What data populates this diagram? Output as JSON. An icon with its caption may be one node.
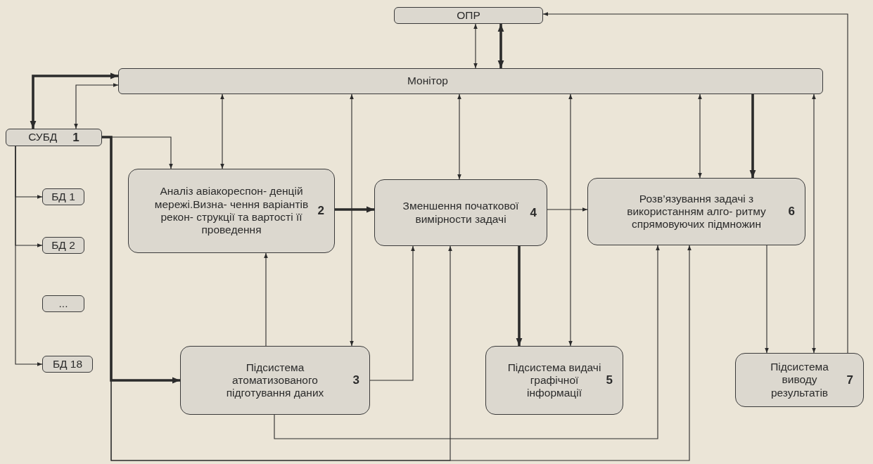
{
  "diagram": {
    "nodes": [
      {
        "text": [
          "ОПР"
        ]
      },
      {
        "text": [
          "Монітор"
        ]
      },
      {
        "text": [
          "СУБД",
          "1"
        ]
      },
      {
        "text": [
          "БД 1"
        ]
      },
      {
        "text": [
          "БД 2"
        ]
      },
      {
        "text": [
          "..."
        ]
      },
      {
        "text": [
          "БД 18"
        ]
      },
      {
        "text": [
          "Аналіз авіакореспон- денцій мережі.Визна- чення варіантів рекон- струкції та вартості її проведення",
          "2"
        ]
      },
      {
        "text": [
          "Зменшення початкової вимірности задачі",
          "4"
        ]
      },
      {
        "text": [
          "Розв’язування задачі з використанням алго- ритму спрямовуючих підмножин",
          "6"
        ]
      },
      {
        "text": [
          "Підсистема атоматизованого підготування даних",
          "3"
        ]
      },
      {
        "text": [
          "Підсистема видачі графічної інформації",
          "5"
        ]
      },
      {
        "text": [
          "Підсистема виводу результатів",
          "7"
        ]
      }
    ],
    "edges": [
      {
        "from": 0,
        "to": 1,
        "arrow": "both"
      },
      {
        "from": 0,
        "to": 1,
        "arrow": "both",
        "style": "thick"
      },
      {
        "from": 1,
        "to": 2,
        "arrow": "both",
        "style": "thick"
      },
      {
        "from": 1,
        "to": 2,
        "arrow": "both"
      },
      {
        "from": 2,
        "to": 7,
        "arrow": "to"
      },
      {
        "from": 2,
        "to": 3,
        "arrow": "to"
      },
      {
        "from": 2,
        "to": 4,
        "arrow": "to"
      },
      {
        "from": 2,
        "to": 6,
        "arrow": "to"
      },
      {
        "from": 2,
        "to": 10,
        "arrow": "to",
        "style": "thick"
      },
      {
        "from": 2,
        "to": 8,
        "arrow": "to"
      },
      {
        "from": 2,
        "to": 9,
        "arrow": "to"
      },
      {
        "from": 1,
        "to": 7,
        "arrow": "both"
      },
      {
        "from": 1,
        "to": 10,
        "arrow": "both"
      },
      {
        "from": 1,
        "to": 8,
        "arrow": "both"
      },
      {
        "from": 1,
        "to": 11,
        "arrow": "both"
      },
      {
        "from": 1,
        "to": 9,
        "arrow": "both"
      },
      {
        "from": 1,
        "to": 9,
        "arrow": "to",
        "style": "thick"
      },
      {
        "from": 1,
        "to": 12,
        "arrow": "both"
      },
      {
        "from": 7,
        "to": 8,
        "arrow": "to",
        "style": "thick"
      },
      {
        "from": 8,
        "to": 9,
        "arrow": "to"
      },
      {
        "from": 10,
        "to": 7,
        "arrow": "to"
      },
      {
        "from": 10,
        "to": 8,
        "arrow": "to"
      },
      {
        "from": 10,
        "to": 9,
        "arrow": "to"
      },
      {
        "from": 8,
        "to": 11,
        "arrow": "to",
        "style": "thick"
      },
      {
        "from": 9,
        "to": 12,
        "arrow": "to"
      },
      {
        "from": 12,
        "to": 0,
        "arrow": "to"
      }
    ]
  }
}
